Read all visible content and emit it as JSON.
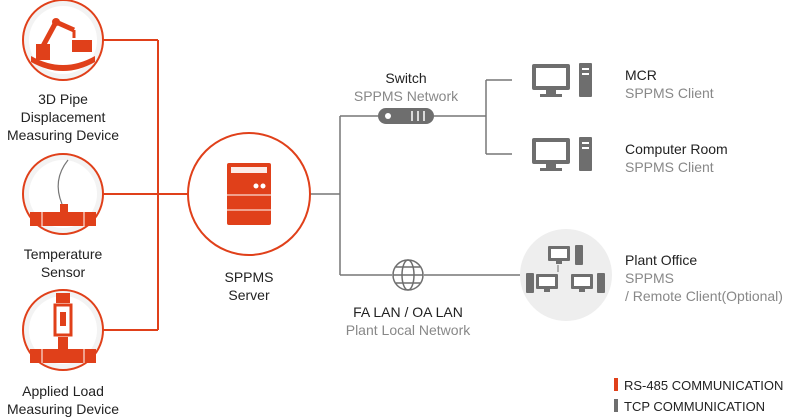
{
  "colors": {
    "rs485": "#e0401a",
    "tcp": "#6e6e6e",
    "circle_fill": "#f3f3f3"
  },
  "devices": [
    {
      "label_lines": [
        "3D Pipe",
        "Displacement",
        "Measuring Device"
      ],
      "icon": "robot-arm-icon"
    },
    {
      "label_lines": [
        "Temperature",
        "Sensor"
      ],
      "icon": "temperature-sensor-icon"
    },
    {
      "label_lines": [
        "Applied Load",
        "Measuring Device"
      ],
      "icon": "load-measuring-icon"
    }
  ],
  "server": {
    "label_lines": [
      "SPPMS",
      "Server"
    ],
    "icon": "server-icon"
  },
  "switch": {
    "title": "Switch",
    "subtitle": "SPPMS Network",
    "icon": "switch-icon"
  },
  "lan": {
    "title": "FA LAN / OA LAN",
    "subtitle": "Plant Local Network",
    "icon": "globe-icon"
  },
  "clients": [
    {
      "title": "MCR",
      "subtitle": "SPPMS Client",
      "icon": "computer-icon"
    },
    {
      "title": "Computer Room",
      "subtitle": "SPPMS Client",
      "icon": "computer-icon"
    },
    {
      "title": "Plant Office",
      "subtitle": "SPPMS",
      "subtitle2": "/ Remote Client(Optional)",
      "icon": "computer-group-icon"
    }
  ],
  "legend": [
    {
      "label": "RS-485 COMMUNICATION",
      "color": "#e0401a"
    },
    {
      "label": "TCP COMMUNICATION",
      "color": "#6e6e6e"
    }
  ]
}
